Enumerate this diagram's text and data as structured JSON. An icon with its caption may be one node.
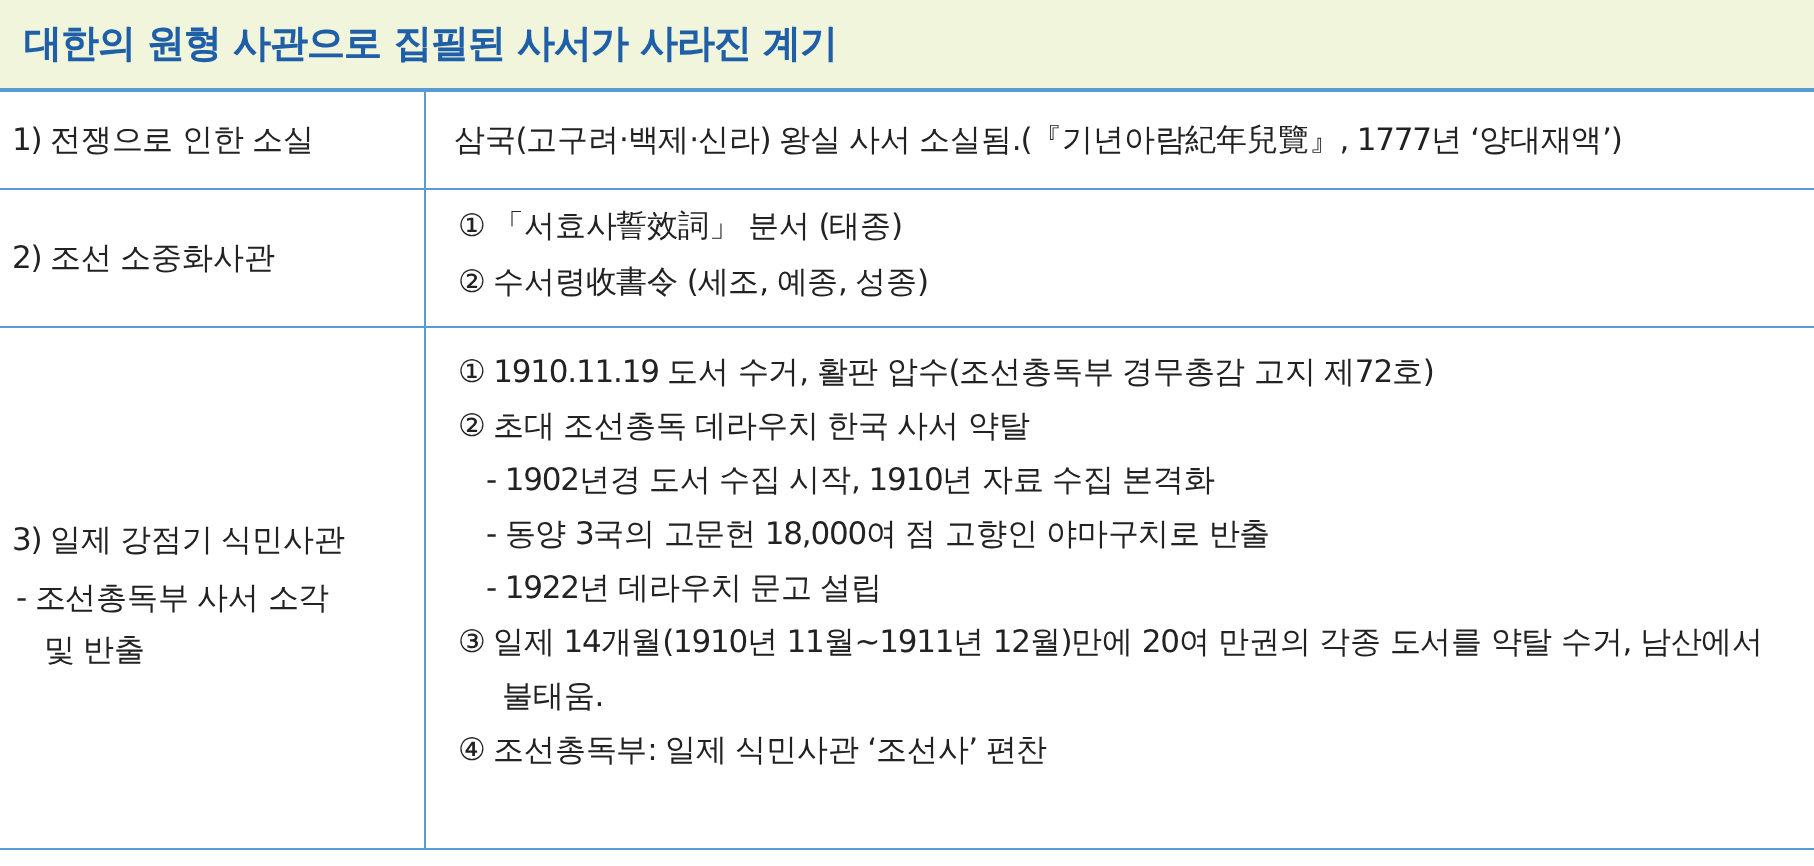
{
  "diagram": {
    "title": "대한의 원형 사관으로 집필된 사서가 사라진 계기",
    "labels": [
      "1) 전쟁으로 인한 소실",
      "삼국(고구려·백제·신라) 왕실 사서 소실됨.(『기년아람紀年兒覽』, 1777년 ‘양대재액’)",
      "2) 조선 소중화사관",
      "① 「서효사誓效詞」 분서 (태종)",
      "② 수서령收書令 (세조, 예종, 성종)",
      "3) 일제 강점기 식민사관",
      "- 조선총독부 사서 소각 및 반출",
      "① 1910.11.19 도서 수거, 활판 압수(조선총독부 경무총감 고지 제72호)",
      "② 초대 조선총독 데라우치 한국 사서 약탈",
      "- 1902년경 도서 수집 시작, 1910년 자료 수집 본격화",
      "- 동양 3국의 고문헌 18,000여 점 고향인 야마구치로 반출",
      "- 1922년 데라우치 문고 설립",
      "③ 일제 14개월(1910년 11월~1911년 12월)만에 20여 만권의 각종 도서를 약탈 수거, 남산에서 불태움.",
      "④ 조선총독부: 일제 식민사관 ‘조선사’ 편찬"
    ]
  }
}
